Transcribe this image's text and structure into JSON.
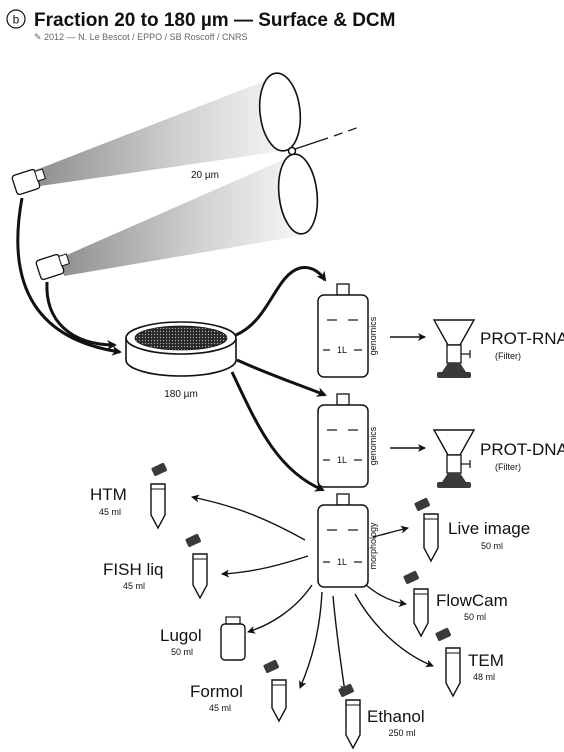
{
  "header": {
    "panel_letter": "b",
    "title": "Fraction 20 to 180 µm — Surface & DCM",
    "credit": "✎ 2012 — N. Le Bescot / EPPO / SB Roscoff / CNRS"
  },
  "net": {
    "mesh_label": "20 µm"
  },
  "sieve": {
    "mesh_label": "180 µm"
  },
  "bottles": [
    {
      "tag": "genomics",
      "volume": "1L"
    },
    {
      "tag": "genomics",
      "volume": "1L"
    },
    {
      "tag": "morphology",
      "volume": "1L"
    }
  ],
  "filters": [
    {
      "name": "PROT-RNA",
      "note": "(Filter)"
    },
    {
      "name": "PROT-DNA",
      "note": "(Filter)"
    }
  ],
  "samples": {
    "htm": {
      "name": "HTM",
      "volume": "45 ml"
    },
    "fish": {
      "name": "FISH liq",
      "volume": "45 ml"
    },
    "lugol": {
      "name": "Lugol",
      "volume": "50 ml"
    },
    "formol": {
      "name": "Formol",
      "volume": "45 ml"
    },
    "ethanol": {
      "name": "Ethanol",
      "volume": "250 ml"
    },
    "tem": {
      "name": "TEM",
      "volume": "48 ml"
    },
    "flowcam": {
      "name": "FlowCam",
      "volume": "50 ml"
    },
    "live": {
      "name": "Live image",
      "volume": "50 ml"
    }
  },
  "colors": {
    "ink": "#111111",
    "cone_dark": "#9a9a9a",
    "cone_light": "#f2f2f2",
    "stand": "#3a3a3a"
  }
}
